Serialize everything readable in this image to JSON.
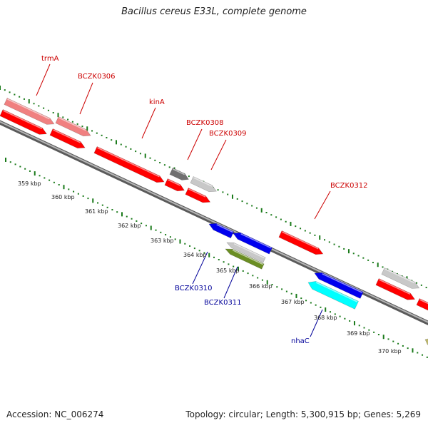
{
  "title": "Bacillus cereus E33L, complete genome",
  "footer": {
    "accession": "Accession: NC_006274",
    "topology": "Topology: circular; Length: 5,300,915 bp; Genes: 5,269"
  },
  "colors": {
    "gene_forward": "#ff0000",
    "gene_forward_light": "#f08080",
    "gene_reverse": "#0000ee",
    "gene_cyan": "#00ffff",
    "gene_olive": "#6b8e23",
    "gene_grey": "#c8c8c8",
    "gene_darkgrey": "#707070",
    "gene_khaki": "#bdb76b",
    "label_red": "#cc0000",
    "label_blue": "#000099",
    "ruler_green": "#1a7a1a",
    "backbone": "#909090"
  },
  "kbp_labels": [
    "359 kbp",
    "360 kbp",
    "361 kbp",
    "362 kbp",
    "363 kbp",
    "364 kbp",
    "365 kbp",
    "366 kbp",
    "367 kbp",
    "368 kbp",
    "369 kbp",
    "370 kbp"
  ],
  "gene_labels": {
    "trmA": "trmA",
    "bczk0306": "BCZK0306",
    "kinA": "kinA",
    "bczk0308": "BCZK0308",
    "bczk0309": "BCZK0309",
    "bczk0312": "BCZK0312",
    "bczk0310": "BCZK0310",
    "bczk0311": "BCZK0311",
    "nhaC": "nhaC"
  }
}
